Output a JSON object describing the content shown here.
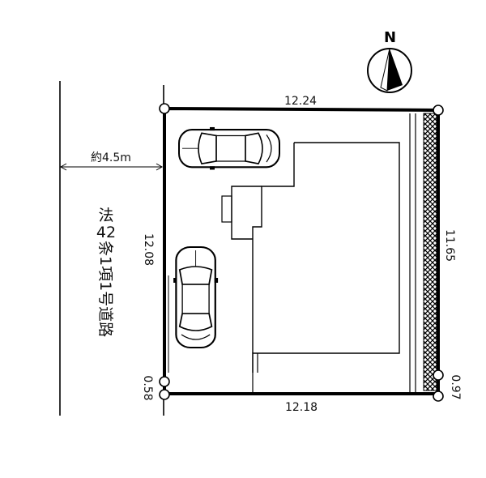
{
  "compass": {
    "label": "N",
    "icon": "north-arrow-icon"
  },
  "dimensions": {
    "top": "12.24",
    "bottom": "12.18",
    "left": "12.08",
    "right": "11.65",
    "bottom_left_corner": "0.58",
    "bottom_right_corner": "0.97",
    "road_width": "約4.5m"
  },
  "road": {
    "line1": "法",
    "line2": "42",
    "line3": "条1項1号道路"
  },
  "icons": {
    "car_top": "car-icon",
    "car_left": "car-icon",
    "hedge": "hedge-pattern"
  }
}
